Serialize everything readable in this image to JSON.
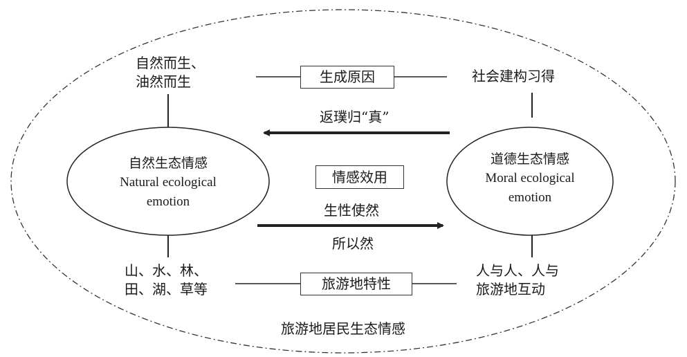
{
  "diagram": {
    "outer_label": "旅游地居民生态情感",
    "left_ellipse": {
      "zh": "自然生态情感",
      "en_line1": "Natural ecological",
      "en_line2": "emotion"
    },
    "right_ellipse": {
      "zh": "道德生态情感",
      "en_line1": "Moral ecological",
      "en_line2": "emotion"
    },
    "top_left": {
      "line1": "自然而生、",
      "line2": "油然而生"
    },
    "top_right": "社会建构习得",
    "top_box": "生成原因",
    "bottom_left": {
      "line1": "山、水、林、",
      "line2": "田、湖、草等"
    },
    "bottom_right": {
      "line1": "人与人、人与",
      "line2": "旅游地互动"
    },
    "bottom_box": "旅游地特性",
    "center_box": "情感效用",
    "arrow_left_label": "返璞归“真”",
    "arrow_right_label_1": "生性使然",
    "arrow_right_label_2": "所以然"
  }
}
